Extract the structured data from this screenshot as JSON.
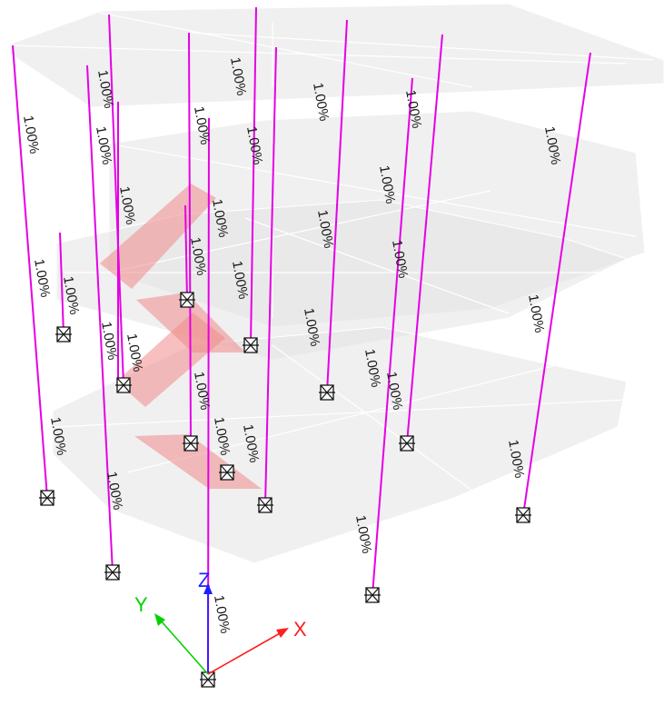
{
  "colors": {
    "column": "#e600e6",
    "wall": "#f08a8a",
    "slab": "#e4e4e4",
    "axis_x": "#ff1e1e",
    "axis_y": "#00d200",
    "axis_z": "#1e1eff"
  },
  "axes": {
    "x_label": "X",
    "y_label": "Y",
    "z_label": "Z"
  },
  "column_label": "1.00%",
  "support_icon": "fixed-support-icon"
}
